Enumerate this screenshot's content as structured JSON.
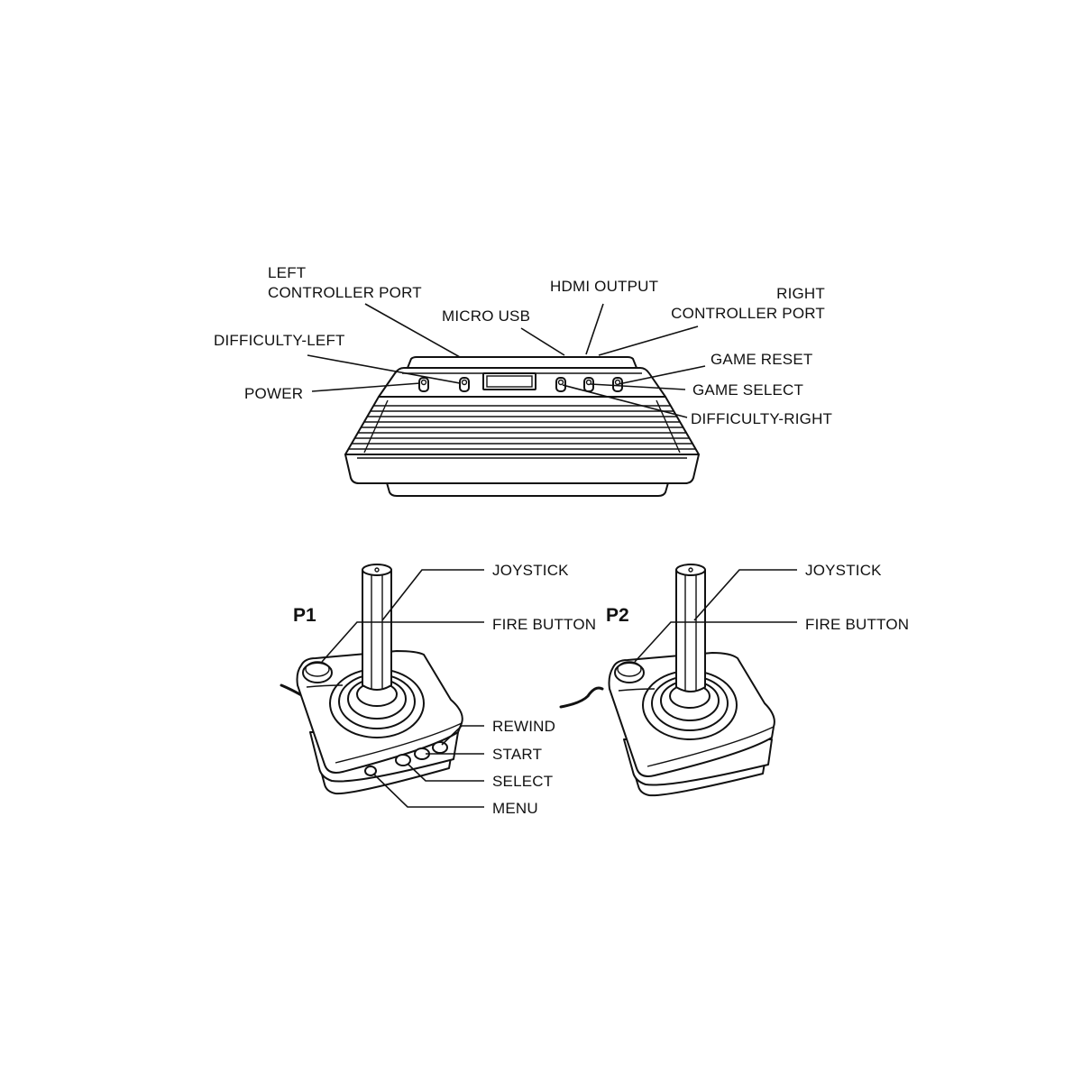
{
  "console": {
    "labels": {
      "left_port_line1": "LEFT",
      "left_port_line2": "CONTROLLER PORT",
      "micro_usb": "MICRO USB",
      "hdmi_output": "HDMI OUTPUT",
      "right_port_line1": "RIGHT",
      "right_port_line2": "CONTROLLER PORT",
      "difficulty_left": "DIFFICULTY-LEFT",
      "power": "POWER",
      "game_reset": "GAME RESET",
      "game_select": "GAME SELECT",
      "difficulty_right": "DIFFICULTY-RIGHT"
    }
  },
  "controllers": {
    "p1": {
      "player": "P1",
      "joystick": "JOYSTICK",
      "fire_button": "FIRE BUTTON",
      "rewind": "REWIND",
      "start": "START",
      "select": "SELECT",
      "menu": "MENU"
    },
    "p2": {
      "player": "P2",
      "joystick": "JOYSTICK",
      "fire_button": "FIRE BUTTON"
    }
  },
  "style": {
    "ink": "#111111",
    "background": "#ffffff"
  }
}
